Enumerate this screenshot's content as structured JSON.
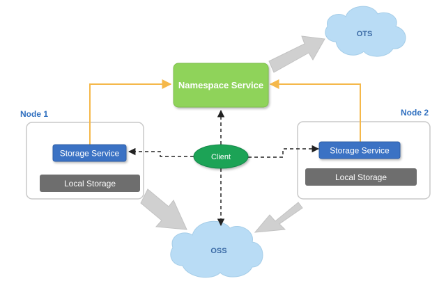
{
  "nodes": {
    "node1_label": "Node 1",
    "node2_label": "Node 2"
  },
  "services": {
    "namespace": "Namespace Service",
    "storage_left": "Storage Service",
    "storage_right": "Storage Service",
    "local_left": "Local Storage",
    "local_right": "Local Storage",
    "client": "Client"
  },
  "clouds": {
    "ots": "OTS",
    "oss": "OSS"
  },
  "colors": {
    "namespace_fill": "#8fd35a",
    "storage_fill": "#3a72c4",
    "local_fill": "#6e6e6e",
    "client_fill": "#1aa356",
    "cloud_fill": "#b9dcf5",
    "cloud_text": "#3a6aa5",
    "orange_line": "#f5b84a",
    "node_label": "#2f6fbf",
    "arrow_gray": "#d0d0d0"
  }
}
